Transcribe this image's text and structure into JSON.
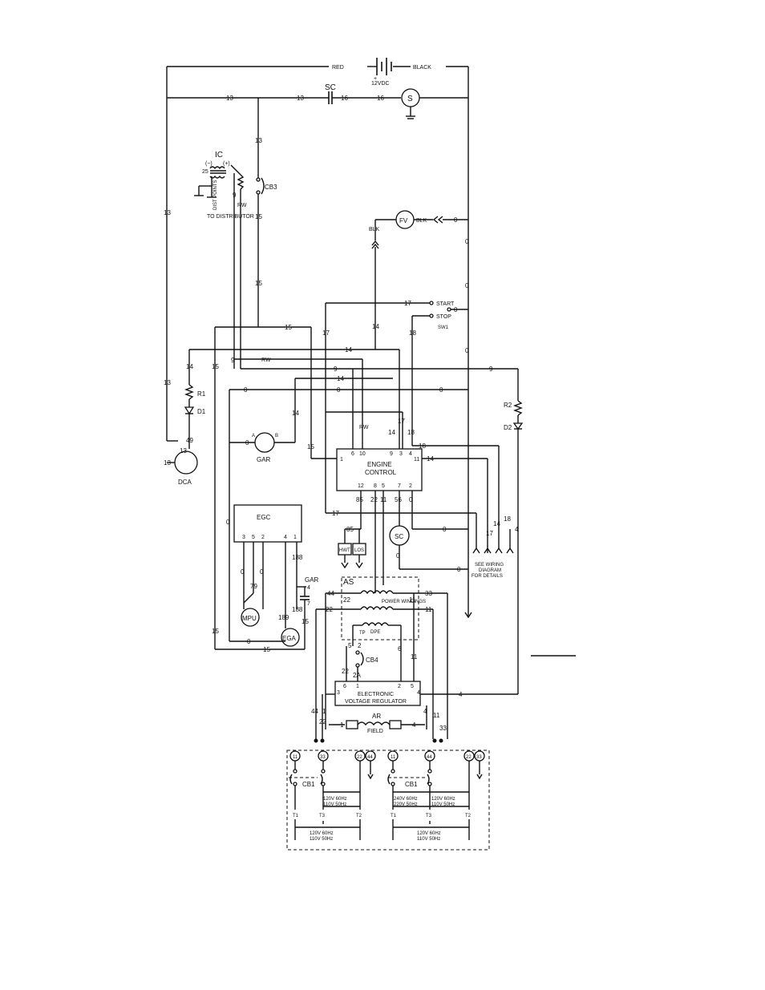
{
  "battery": {
    "pos_wire": "RED",
    "neg_wire": "BLACK",
    "voltage": "12VDC",
    "plus": "+"
  },
  "wires": {
    "w13": "13",
    "w15": "15",
    "w16": "16",
    "w14": "14",
    "w9": "9",
    "w0": "0",
    "w17": "17",
    "w18": "18",
    "w22": "22",
    "w11": "11",
    "w44": "44",
    "w33": "33",
    "w4": "4",
    "w85": "85",
    "w56": "56",
    "w79": "79",
    "w188": "188",
    "w189": "189",
    "w7": "7",
    "w6": "6",
    "w5": "5",
    "w2": "2",
    "w1": "1",
    "w2a": "2A",
    "w49": "49",
    "rw": "RW",
    "blk": "BLK"
  },
  "components": {
    "sc": "SC",
    "s": "S",
    "ic": "IC",
    "ic_minus": "(−)",
    "ic_plus": "(+)",
    "ic_25": "25",
    "dist_points": "DIST POINTS",
    "to_distributor": "TO DISTRIBUTOR",
    "cb3": "CB3",
    "fv": "FV",
    "start": "START",
    "stop": "STOP",
    "sw1": "SW1",
    "r1": "R1",
    "d1": "D1",
    "r2": "R2",
    "d2": "D2",
    "dca": "DCA",
    "gar": "GAR",
    "egc": "EGC",
    "mpu": "MPU",
    "ega": "EGA",
    "hwt": "HWT",
    "los": "LOS",
    "as": "AS",
    "power_windings": "POWER WINDINGS",
    "dpe": "DPE",
    "tp": "TP",
    "cb4": "CB4",
    "evr_line1": "ELECTRONIC",
    "evr_line2": "VOLTAGE REGULATOR",
    "ar": "AR",
    "field": "FIELD",
    "ec_line1": "ENGINE",
    "ec_line2": "CONTROL",
    "see_wiring_1": "SEE WIRING",
    "see_wiring_2": "DIAGRAM",
    "see_wiring_3": "FOR DETAILS",
    "gar_a": "A",
    "gar_b": "B"
  },
  "outputs": {
    "cb1": "CB1",
    "t1": "T1",
    "t2": "T2",
    "t3": "T3",
    "left_upper_1": "120V 60Hz",
    "left_upper_2": "110V 50Hz",
    "left_lower_1": "120V 60Hz",
    "left_lower_2": "110V 50Hz",
    "right_upper_left_1": "240V 60Hz",
    "right_upper_left_2": "220V 50Hz",
    "right_upper_right_1": "120V 60Hz",
    "right_upper_right_2": "110V 50Hz",
    "right_lower_1": "120V 60Hz",
    "right_lower_2": "110V 50Hz"
  }
}
